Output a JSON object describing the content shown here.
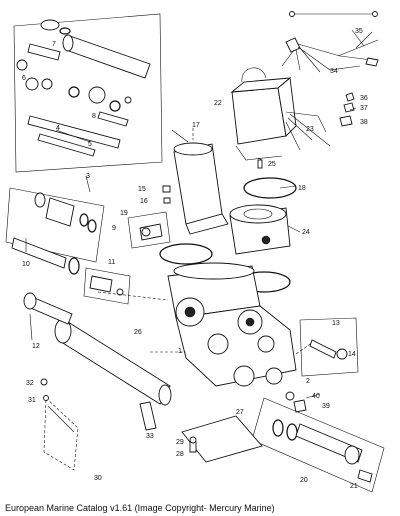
{
  "caption": "European Marine Catalog v1.61 (Image Copyright- Mercury Marine)",
  "callouts": [
    "1",
    "2",
    "3",
    "4",
    "5",
    "6",
    "7",
    "8",
    "9",
    "10",
    "11",
    "12",
    "13",
    "14",
    "15",
    "16",
    "17",
    "18",
    "19",
    "20",
    "21",
    "22",
    "23",
    "24",
    "25",
    "26",
    "27",
    "28",
    "29",
    "30",
    "31",
    "32",
    "33",
    "34",
    "35",
    "36",
    "37",
    "38",
    "39",
    "40"
  ]
}
